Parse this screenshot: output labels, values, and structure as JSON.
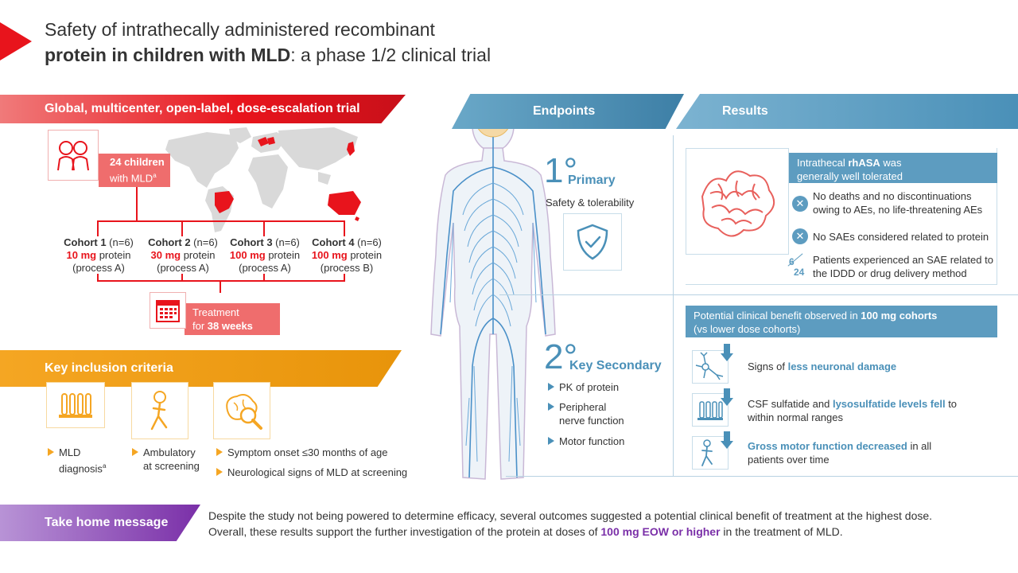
{
  "title": {
    "line1": "Safety of intrathecally administered recombinant",
    "line2_bold": "protein in children with MLD",
    "line2_rest": ": a phase 1/2 clinical trial"
  },
  "trial": {
    "banner": "Global, multicenter, open-label, dose-escalation trial",
    "children_count": "24 children",
    "children_label": "with MLD",
    "children_sup": "a",
    "cohorts": [
      {
        "name": "Cohort 1",
        "n": " (n=6)",
        "dose": "10 mg",
        "dose_rest": " protein",
        "process": "(process A)"
      },
      {
        "name": "Cohort 2",
        "n": " (n=6)",
        "dose": "30 mg",
        "dose_rest": " protein",
        "process": "(process A)"
      },
      {
        "name": "Cohort 3",
        "n": " (n=6)",
        "dose": "100 mg",
        "dose_rest": " protein",
        "process": "(process A)"
      },
      {
        "name": "Cohort 4",
        "n": " (n=6)",
        "dose": "100 mg",
        "dose_rest": " protein",
        "process": "(process B)"
      }
    ],
    "treatment_line1": "Treatment",
    "treatment_for": "for ",
    "treatment_weeks": "38 weeks"
  },
  "inclusion": {
    "banner": "Key inclusion criteria",
    "item1_line1": "MLD",
    "item1_line2": "diagnosis",
    "item1_sup": "a",
    "item2_line1": "Ambulatory",
    "item2_line2": "at screening",
    "item3": "Symptom onset ≤30 months of age",
    "item4": "Neurological signs of MLD at screening"
  },
  "endpoints": {
    "banner": "Endpoints",
    "primary_num": "1°",
    "primary_label": "Primary",
    "primary_text": "Safety & tolerability",
    "secondary_num": "2°",
    "secondary_label": "Key Secondary",
    "secondary_items": [
      "PK of protein",
      "Peripheral",
      "nerve function",
      "Motor function"
    ]
  },
  "results": {
    "banner": "Results",
    "box1_head_line1_pre": "Intrathecal ",
    "box1_head_line1_bold": "rhASA",
    "box1_head_line1_post": " was",
    "box1_head_line2": "generally well tolerated",
    "row1_line1": "No deaths and no discontinuations",
    "row1_line2": "owing to AEs, no life-threatening AEs",
    "row2": "No SAEs considered related to protein",
    "frac_num": "6",
    "frac_den": "24",
    "row3_line1": "Patients experienced an SAE related to",
    "row3_line2": "the IDDD or drug delivery method",
    "box2_head_line1_pre": "Potential clinical benefit observed in ",
    "box2_head_line1_bold": "100 mg cohorts",
    "box2_head_line2": "(vs lower dose cohorts)",
    "b1_pre": "Signs of ",
    "b1_hl": "less neuronal damage",
    "b2_pre": "CSF sulfatide and ",
    "b2_hl": "lysosulfatide levels fell",
    "b2_post": " to",
    "b2_line2": "within normal ranges",
    "b3_hl": "Gross motor function decreased",
    "b3_post": " in all",
    "b3_line2": "patients over time"
  },
  "take_home": {
    "banner": "Take home message",
    "line1": "Despite the study not being powered to determine efficacy, several outcomes suggested a potential clinical benefit of treatment at the highest dose.",
    "line2_pre": "Overall, these results support the further investigation of the protein at doses of ",
    "line2_hl": "100 mg EOW or higher",
    "line2_post": " in the treatment of MLD."
  },
  "colors": {
    "accent_red": "#e8141c",
    "accent_orange": "#f5a623",
    "accent_blue": "#4a90b8",
    "accent_purple": "#7a2fa8"
  }
}
